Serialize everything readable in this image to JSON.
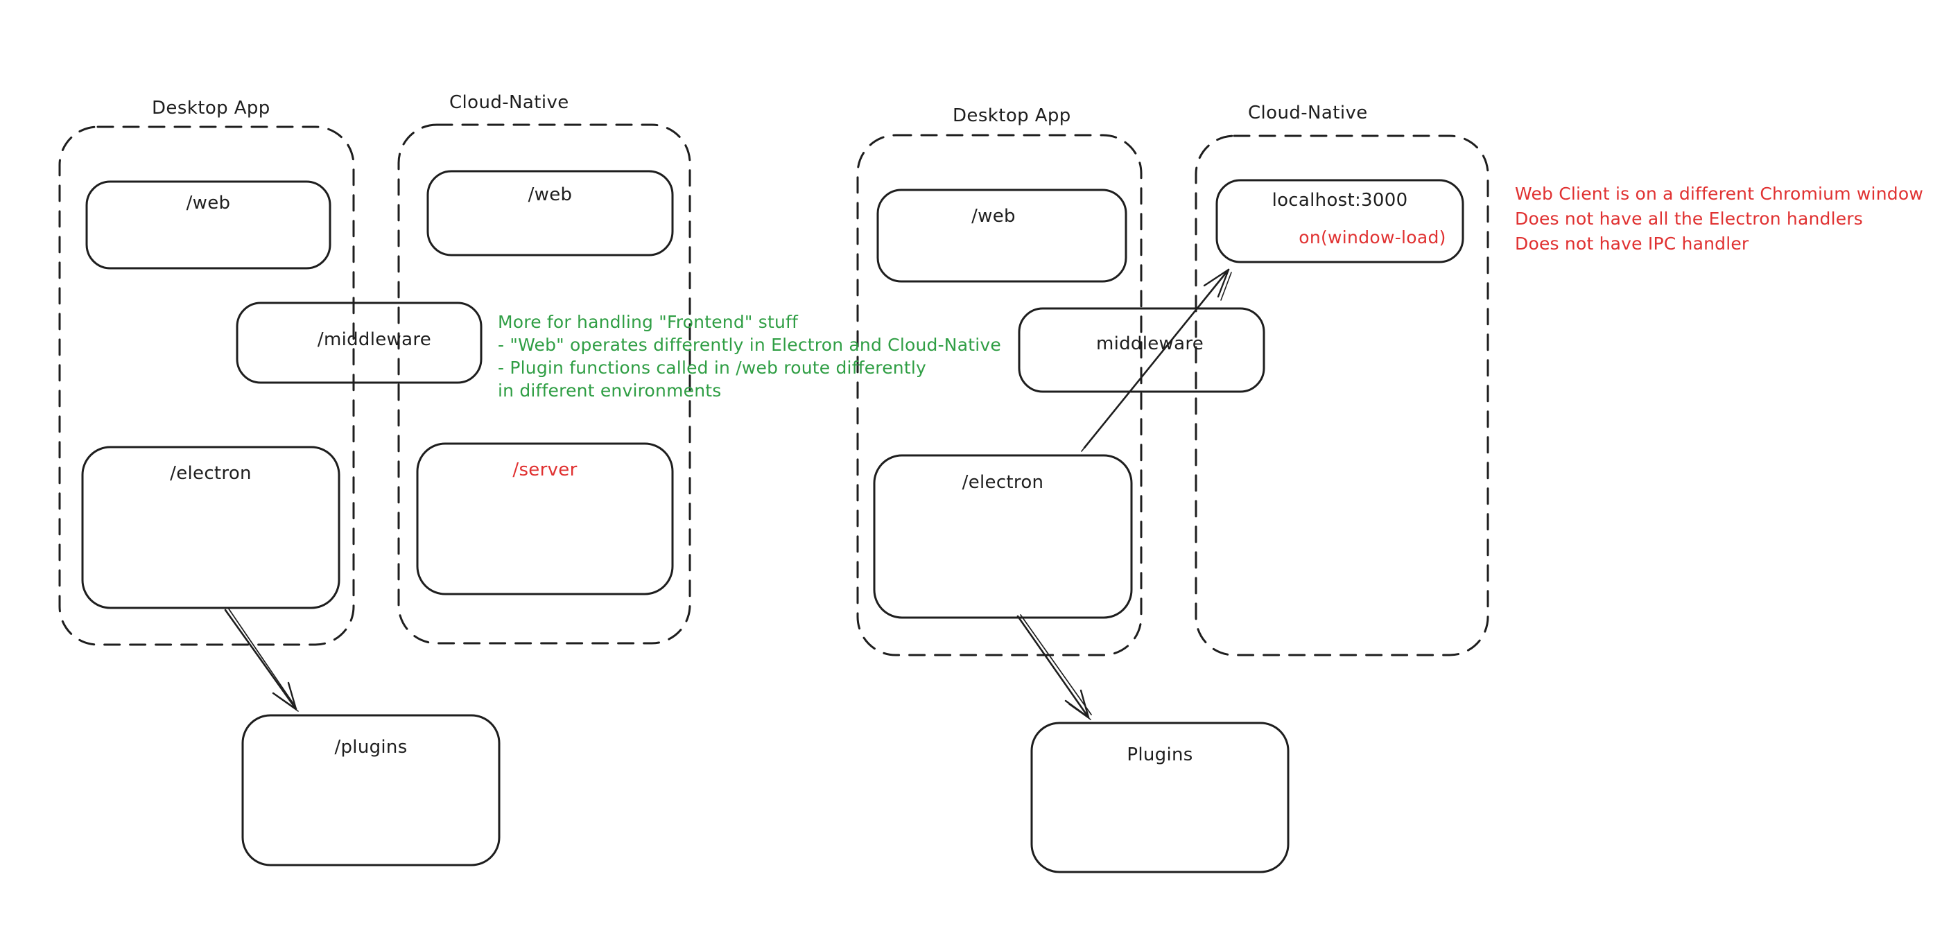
{
  "colors": {
    "ink": "#1e1e1e",
    "red": "#e03131",
    "green": "#2f9e44",
    "background": "#ffffff"
  },
  "left_diagram": {
    "desktop_title": "Desktop App",
    "cloud_title": "Cloud-Native",
    "boxes": {
      "web_desktop": "/web",
      "web_cloud": "/web",
      "middleware": "/middleware",
      "electron": "/electron",
      "server": "/server",
      "plugins": "/plugins"
    },
    "note_lines": [
      "More for handling \"Frontend\" stuff",
      "- \"Web\" operates differently in Electron and Cloud-Native",
      "- Plugin functions called in /web route differently",
      "in different environments"
    ]
  },
  "right_diagram": {
    "desktop_title": "Desktop App",
    "cloud_title": "Cloud-Native",
    "boxes": {
      "web": "/web",
      "middleware": "middleware",
      "electron": "/electron",
      "localhost": "localhost:3000",
      "localhost_event": "on(window-load)",
      "plugins": "Plugins"
    },
    "note_lines": [
      "Web Client is on a different Chromium window",
      "Does not have all the Electron handlers",
      "Does not have IPC handler"
    ]
  }
}
